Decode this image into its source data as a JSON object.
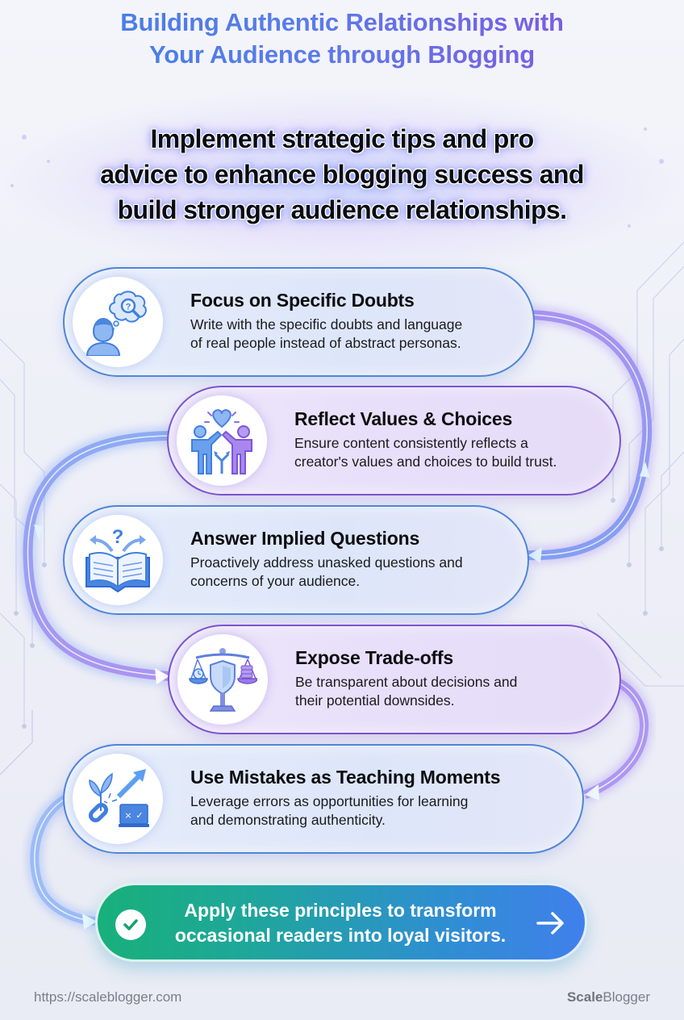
{
  "header": {
    "title_line1": "Building Authentic Relationships with",
    "title_line2": "Your Audience through Blogging",
    "subtitle_line1": "Implement strategic tips and pro",
    "subtitle_line2": "advice to enhance blogging success and",
    "subtitle_line3": "build stronger audience relationships."
  },
  "steps": [
    {
      "title": "Focus on Specific Doubts",
      "desc_line1": "Write with the specific doubts and language",
      "desc_line2": "of real people instead of abstract personas.",
      "icon": "person-thinking-magnifier-icon",
      "theme": "blue"
    },
    {
      "title": "Reflect Values & Choices",
      "desc_line1": "Ensure content consistently reflects a",
      "desc_line2": "creator's values and choices to build trust.",
      "icon": "people-heart-choice-icon",
      "theme": "purple"
    },
    {
      "title": "Answer Implied Questions",
      "desc_line1": "Proactively address unasked questions and",
      "desc_line2": "concerns of your audience.",
      "icon": "open-book-question-icon",
      "theme": "blue"
    },
    {
      "title": "Expose Trade-offs",
      "desc_line1": "Be transparent about decisions and",
      "desc_line2": "their potential downsides.",
      "icon": "balance-scale-shield-icon",
      "theme": "purple"
    },
    {
      "title": "Use Mistakes as Teaching Moments",
      "desc_line1": "Leverage errors as opportunities for learning",
      "desc_line2": "and demonstrating authenticity.",
      "icon": "broken-chain-growth-icon",
      "theme": "blue"
    }
  ],
  "cta": {
    "line1": "Apply these principles to transform",
    "line2": "occasional readers into loyal visitors.",
    "icon_left": "check-circle-icon",
    "icon_right": "arrow-right-icon"
  },
  "footer": {
    "url": "https://scaleblogger.com",
    "brand_bold": "Scale",
    "brand_regular": "Blogger"
  },
  "colors": {
    "title_gradient_start": "#3f7fe6",
    "title_gradient_end": "#8a4fe0",
    "card_blue_border": "#4f86d8",
    "card_purple_border": "#7b55cf",
    "cta_gradient_start": "#18b07a",
    "cta_gradient_end": "#4080ec",
    "footer_text": "#7a7e8c"
  }
}
